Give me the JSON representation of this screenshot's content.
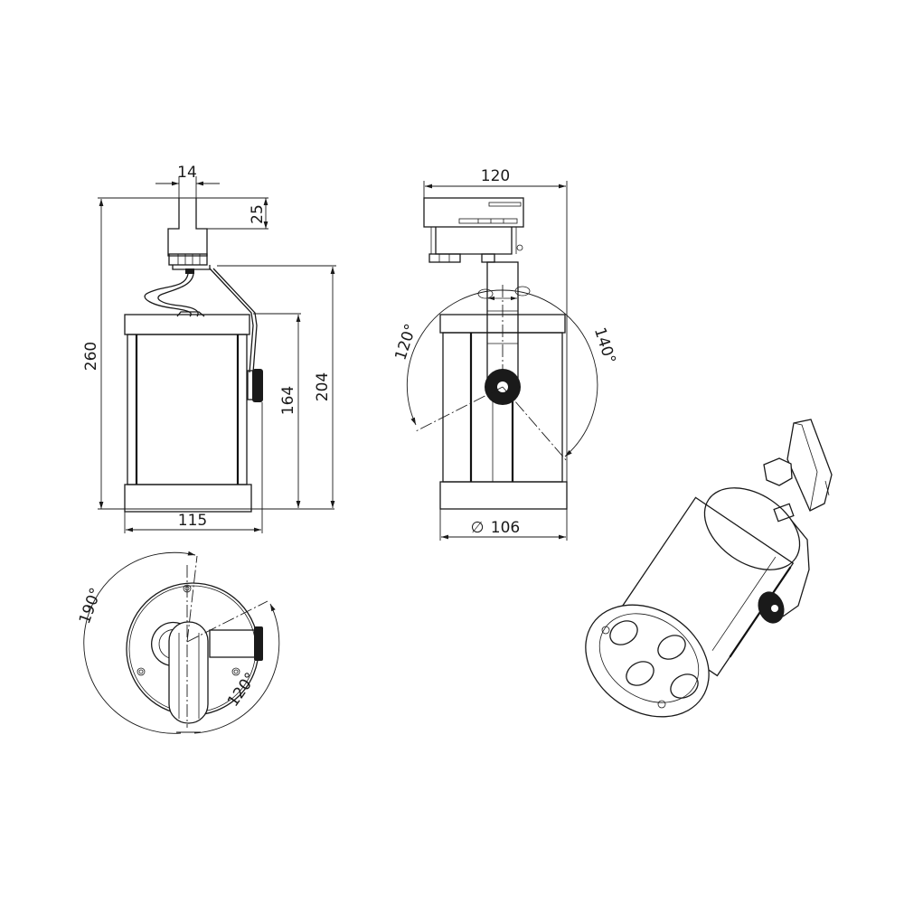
{
  "drawing": {
    "type": "technical-dimension-drawing",
    "subject": "LED track spotlight with 3-phase track adapter",
    "colors": {
      "line": "#1a1a1a",
      "background": "#ffffff"
    }
  },
  "views": {
    "side": {
      "dims": {
        "adapter_width": "14",
        "adapter_height": "25",
        "total_height": "260",
        "body_height": "164",
        "height_from_adapter": "204",
        "width": "115"
      }
    },
    "front": {
      "dims": {
        "adapter_width": "120",
        "tilt_left": "120°",
        "tilt_right": "140°",
        "diameter": "106",
        "diameter_symbol": "∅"
      }
    },
    "top": {
      "dims": {
        "rotation": "190°",
        "pan": "120°"
      }
    },
    "iso": {
      "led_count": 4
    }
  }
}
